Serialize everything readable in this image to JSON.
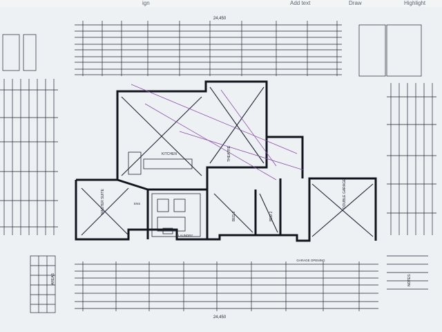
{
  "toolbar": {
    "items": [
      "ign",
      "Add text",
      "Draw",
      "Highlight"
    ]
  },
  "plan": {
    "overall_dimension_top": "24,450",
    "overall_dimension_bottom": "24,450",
    "rooms": [
      "MASTER SUITE",
      "KITCHEN",
      "THEATRE",
      "BED 3",
      "BED 2",
      "DOUBLE GARAGE",
      "ENS",
      "LAUNDRY"
    ],
    "areas_title": "AREAS",
    "notes_title": "NOTES:",
    "garage_opening": "GARAGE OPENING"
  },
  "colors": {
    "paper": "#eef1f4",
    "ink": "#1d2430",
    "wall": "#10151d",
    "accent": "#8b4aa8"
  }
}
